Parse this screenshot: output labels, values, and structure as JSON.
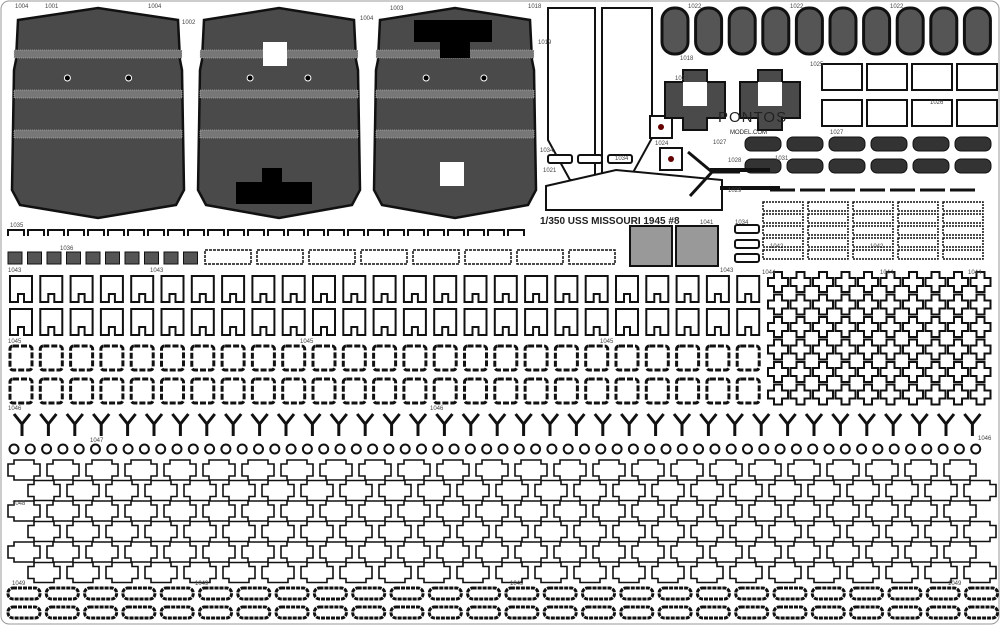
{
  "sheet": {
    "title": "1/350 USS MISSOURI 1945 #8",
    "brand": {
      "logo": "PONTOS",
      "site": "MODEL.COM"
    },
    "colors": {
      "metal": "#4a4a4a",
      "outline": "#111111",
      "paper": "#ffffff",
      "tread": "#8a8a8a"
    }
  },
  "part_labels": {
    "p1001": "1001",
    "p1002": "1002",
    "p1003": "1003",
    "p1004": "1004",
    "p1018": "1018",
    "p1019": "1019",
    "p1021": "1021",
    "p1022": "1022",
    "p1023": "1023",
    "p1024": "1024",
    "p1025": "1025",
    "p1026": "1026",
    "p1027": "1027",
    "p1028": "1028",
    "p1029": "1029",
    "p1031": "1031",
    "p1034": "1034",
    "p1035": "1035",
    "p1036": "1036",
    "p1041": "1041",
    "p1042": "1042",
    "p1043": "1043",
    "p1044": "1044",
    "p1045": "1045",
    "p1046": "1046",
    "p1047": "1047",
    "p1048": "1048",
    "p1049": "1049"
  }
}
